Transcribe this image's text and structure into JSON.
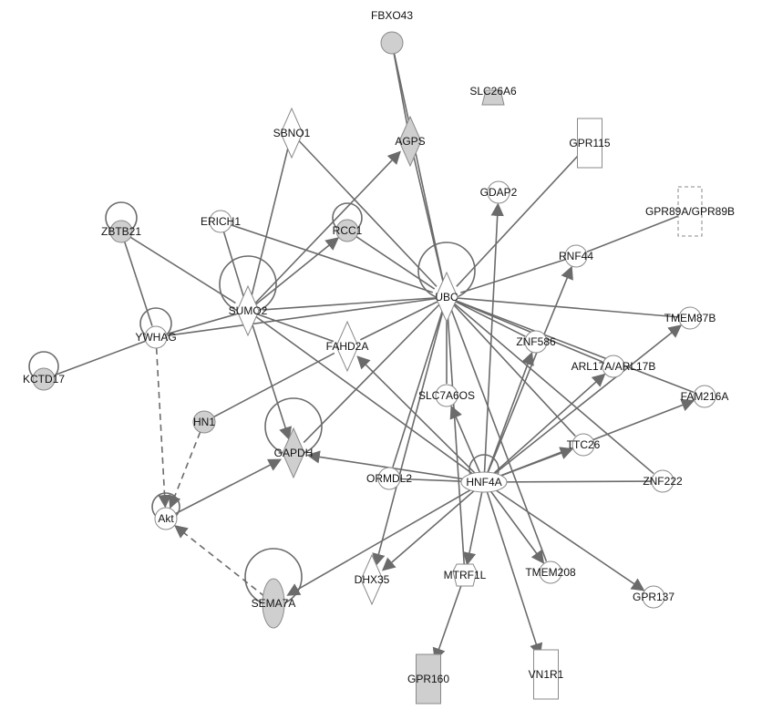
{
  "colors": {
    "edge": "#6b6b6b",
    "fill_gray": "#cfcfcf",
    "fill_white": "#ffffff",
    "stroke": "#8a8a8a"
  },
  "nodes": [
    {
      "id": "FBXO43",
      "label": "FBXO43",
      "shape": "circle",
      "filled": true
    },
    {
      "id": "SLC26A6",
      "label": "SLC26A6",
      "shape": "trapezoid",
      "filled": true
    },
    {
      "id": "SBNO1",
      "label": "SBNO1",
      "shape": "diamond",
      "filled": false
    },
    {
      "id": "AGPS",
      "label": "AGPS",
      "shape": "diamond",
      "filled": true
    },
    {
      "id": "GPR115",
      "label": "GPR115",
      "shape": "rect",
      "filled": false
    },
    {
      "id": "GDAP2",
      "label": "GDAP2",
      "shape": "circle",
      "filled": false
    },
    {
      "id": "GPR89",
      "label": "GPR89A/GPR89B",
      "shape": "dashedrect",
      "filled": false
    },
    {
      "id": "ZBTB21",
      "label": "ZBTB21",
      "shape": "circle",
      "filled": true,
      "self": true
    },
    {
      "id": "ERICH1",
      "label": "ERICH1",
      "shape": "circle",
      "filled": false
    },
    {
      "id": "RCC1",
      "label": "RCC1",
      "shape": "circle",
      "filled": true,
      "self": true
    },
    {
      "id": "RNF44",
      "label": "RNF44",
      "shape": "circle",
      "filled": false
    },
    {
      "id": "UBC",
      "label": "UBC",
      "shape": "diamond",
      "filled": false,
      "self": true
    },
    {
      "id": "SUMO2",
      "label": "SUMO2",
      "shape": "diamond",
      "filled": false,
      "self": true
    },
    {
      "id": "TMEM87B",
      "label": "TMEM87B",
      "shape": "circle",
      "filled": false
    },
    {
      "id": "YWHAG",
      "label": "YWHAG",
      "shape": "circle",
      "filled": false,
      "self": true
    },
    {
      "id": "FAHD2A",
      "label": "FAHD2A",
      "shape": "diamond",
      "filled": false
    },
    {
      "id": "ZNF586",
      "label": "ZNF586",
      "shape": "circle",
      "filled": false
    },
    {
      "id": "ARL17A",
      "label": "ARL17A/ARL17B",
      "shape": "circle",
      "filled": false
    },
    {
      "id": "KCTD17",
      "label": "KCTD17",
      "shape": "circle",
      "filled": true,
      "self": true
    },
    {
      "id": "FAM216A",
      "label": "FAM216A",
      "shape": "circle",
      "filled": false
    },
    {
      "id": "SLC7A6OS",
      "label": "SLC7A6OS",
      "shape": "circle",
      "filled": false
    },
    {
      "id": "HN1",
      "label": "HN1",
      "shape": "circle",
      "filled": true
    },
    {
      "id": "TTC26",
      "label": "TTC26",
      "shape": "circle",
      "filled": false
    },
    {
      "id": "GAPDH",
      "label": "GAPDH",
      "shape": "diamond",
      "filled": true,
      "self": true
    },
    {
      "id": "ORMDL2",
      "label": "ORMDL2",
      "shape": "circle",
      "filled": false
    },
    {
      "id": "HNF4A",
      "label": "HNF4A",
      "shape": "ellipse",
      "filled": false,
      "self": true
    },
    {
      "id": "ZNF222",
      "label": "ZNF222",
      "shape": "circle",
      "filled": false
    },
    {
      "id": "Akt",
      "label": "Akt",
      "shape": "circle",
      "filled": false,
      "self": true
    },
    {
      "id": "DHX35",
      "label": "DHX35",
      "shape": "diamond",
      "filled": false
    },
    {
      "id": "MTRF1L",
      "label": "MTRF1L",
      "shape": "hexagon",
      "filled": false
    },
    {
      "id": "TMEM208",
      "label": "TMEM208",
      "shape": "circle",
      "filled": false
    },
    {
      "id": "SEMA7A",
      "label": "SEMA7A",
      "shape": "vellipse",
      "filled": true,
      "self": true
    },
    {
      "id": "GPR137",
      "label": "GPR137",
      "shape": "circle",
      "filled": false
    },
    {
      "id": "GPR160",
      "label": "GPR160",
      "shape": "rect",
      "filled": true
    },
    {
      "id": "VN1R1",
      "label": "VN1R1",
      "shape": "rect",
      "filled": false
    }
  ],
  "edges": [
    [
      "FBXO43",
      "AGPS",
      0,
      0
    ],
    [
      "FBXO43",
      "UBC",
      0,
      0
    ],
    [
      "SBNO1",
      "UBC",
      0,
      0
    ],
    [
      "SBNO1",
      "SUMO2",
      0,
      0
    ],
    [
      "SUMO2",
      "AGPS",
      1,
      0
    ],
    [
      "AGPS",
      "UBC",
      0,
      0
    ],
    [
      "GPR115",
      "UBC",
      0,
      0
    ],
    [
      "HNF4A",
      "GDAP2",
      1,
      0
    ],
    [
      "ZBTB21",
      "SUMO2",
      0,
      0
    ],
    [
      "ZBTB21",
      "YWHAG",
      0,
      0
    ],
    [
      "ERICH1",
      "SUMO2",
      0,
      0
    ],
    [
      "ERICH1",
      "UBC",
      0,
      0
    ],
    [
      "SUMO2",
      "RCC1",
      1,
      0
    ],
    [
      "RCC1",
      "UBC",
      0,
      0
    ],
    [
      "RNF44",
      "UBC",
      0,
      0
    ],
    [
      "HNF4A",
      "RNF44",
      1,
      0
    ],
    [
      "GPR89",
      "RNF44",
      0,
      0
    ],
    [
      "UBC",
      "TMEM87B",
      0,
      0
    ],
    [
      "UBC",
      "SUMO2",
      0,
      0
    ],
    [
      "UBC",
      "YWHAG",
      0,
      0
    ],
    [
      "UBC",
      "FAHD2A",
      0,
      0
    ],
    [
      "UBC",
      "ZNF586",
      0,
      0
    ],
    [
      "UBC",
      "ARL17A",
      0,
      0
    ],
    [
      "UBC",
      "SLC7A6OS",
      0,
      0
    ],
    [
      "UBC",
      "TTC26",
      0,
      0
    ],
    [
      "UBC",
      "ZNF222",
      0,
      0
    ],
    [
      "UBC",
      "GAPDH",
      0,
      0
    ],
    [
      "UBC",
      "DHX35",
      1,
      0
    ],
    [
      "UBC",
      "ORMDL2",
      0,
      0
    ],
    [
      "UBC",
      "TMEM208",
      0,
      0
    ],
    [
      "UBC",
      "MTRF1L",
      0,
      0
    ],
    [
      "UBC",
      "FAM216A",
      0,
      0
    ],
    [
      "SUMO2",
      "GAPDH",
      1,
      0
    ],
    [
      "SUMO2",
      "YWHAG",
      0,
      0
    ],
    [
      "SUMO2",
      "HNF4A",
      0,
      0
    ],
    [
      "SUMO2",
      "FAHD2A",
      0,
      0
    ],
    [
      "YWHAG",
      "KCTD17",
      0,
      0
    ],
    [
      "YWHAG",
      "Akt",
      1,
      1
    ],
    [
      "HN1",
      "FAHD2A",
      0,
      0
    ],
    [
      "HN1",
      "Akt",
      1,
      1
    ],
    [
      "HNF4A",
      "FAHD2A",
      1,
      0
    ],
    [
      "HNF4A",
      "GAPDH",
      1,
      0
    ],
    [
      "HNF4A",
      "SLC7A6OS",
      1,
      0
    ],
    [
      "HNF4A",
      "ZNF586",
      1,
      0
    ],
    [
      "HNF4A",
      "ARL17A",
      1,
      0
    ],
    [
      "HNF4A",
      "TTC26",
      1,
      0
    ],
    [
      "HNF4A",
      "FAM216A",
      1,
      0
    ],
    [
      "HNF4A",
      "TMEM87B",
      1,
      0
    ],
    [
      "HNF4A",
      "ZNF222",
      0,
      0
    ],
    [
      "HNF4A",
      "DHX35",
      1,
      0
    ],
    [
      "HNF4A",
      "MTRF1L",
      1,
      0
    ],
    [
      "HNF4A",
      "TMEM208",
      1,
      0
    ],
    [
      "HNF4A",
      "GPR137",
      1,
      0
    ],
    [
      "HNF4A",
      "VN1R1",
      1,
      0
    ],
    [
      "HNF4A",
      "SEMA7A",
      1,
      0
    ],
    [
      "Akt",
      "GAPDH",
      1,
      0
    ],
    [
      "SEMA7A",
      "Akt",
      1,
      1
    ],
    [
      "MTRF1L",
      "GPR160",
      1,
      0
    ],
    [
      "ORMDL2",
      "HNF4A",
      0,
      0
    ]
  ]
}
